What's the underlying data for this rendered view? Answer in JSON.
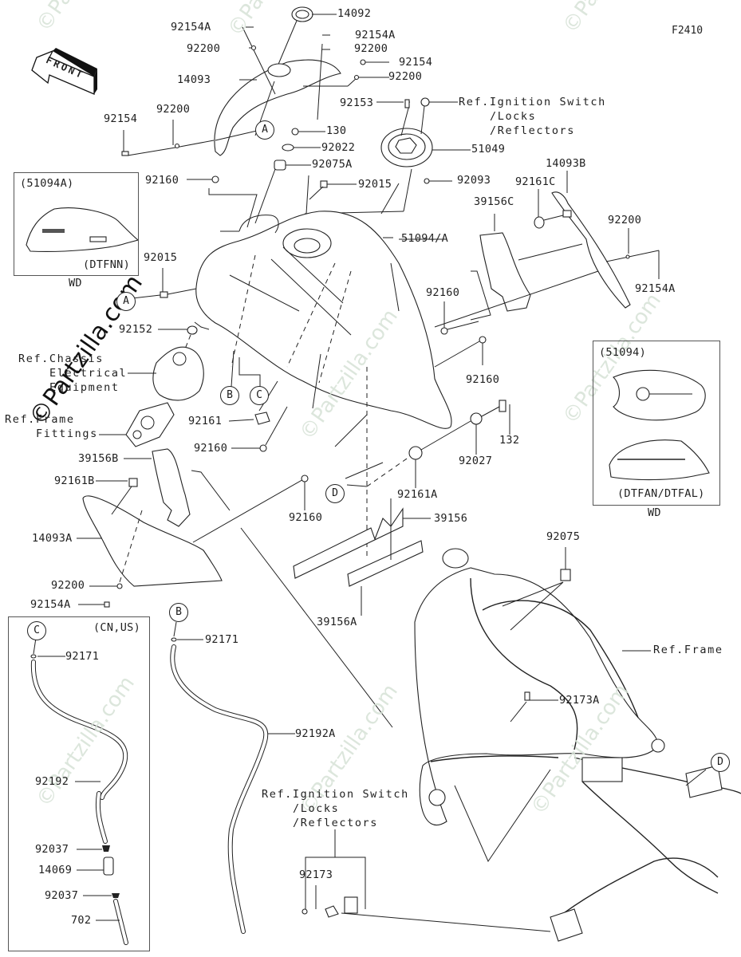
{
  "diagram": {
    "figure_code": "F2410",
    "front_arrow": "FRONT",
    "watermark": "©Partzilla.com",
    "callouts": [
      "A",
      "A",
      "B",
      "B",
      "C",
      "C",
      "D",
      "D"
    ],
    "parts": {
      "p14092": "14092",
      "p92154A_top": "92154A",
      "p92200_top": "92200",
      "p14093": "14093",
      "p92154A_r": "92154A",
      "p92200_r": "92200",
      "p92154_r": "92154",
      "p92200_r2": "92200",
      "p92154_l": "92154",
      "p92200_l": "92200",
      "p92153": "92153",
      "p130": "130",
      "p92022": "92022",
      "p92075A": "92075A",
      "p92160_a": "92160",
      "p51049": "51049",
      "p92093": "92093",
      "p92015_top": "92015",
      "p14093B": "14093B",
      "p92161C": "92161C",
      "p39156C": "39156C",
      "p92200_rr": "92200",
      "p92154A_rr": "92154A",
      "p51094A": "51094/A",
      "p92015_l": "92015",
      "p92160_b": "92160",
      "p92160_c": "92160",
      "p92152": "92152",
      "p92161": "92161",
      "p92160_d": "92160",
      "p92027": "92027",
      "p132": "132",
      "p92161A": "92161A",
      "p39156B": "39156B",
      "p92161B": "92161B",
      "p92160_e": "92160",
      "p39156": "39156",
      "p14093A": "14093A",
      "p92200_b": "92200",
      "p92154A_b": "92154A",
      "p39156A": "39156A",
      "p92075": "92075",
      "p92171_b": "92171",
      "p92171_c": "92171",
      "p92173A": "92173A",
      "p92192A": "92192A",
      "p92192": "92192",
      "p92037_a": "92037",
      "p14069": "14069",
      "p92037_b": "92037",
      "p702": "702",
      "p92173": "92173"
    },
    "references": {
      "ignition_top": [
        "Ref.Ignition Switch",
        "/Locks",
        "/Reflectors"
      ],
      "ignition_bottom": [
        "Ref.Ignition Switch",
        "/Locks",
        "/Reflectors"
      ],
      "chassis_electrical": [
        "Ref.Chassis",
        "Electrical",
        "Equipment"
      ],
      "frame_fittings": [
        "Ref.Frame",
        "Fittings"
      ],
      "frame": "Ref.Frame"
    },
    "insets": {
      "left": {
        "part": "(51094A)",
        "variant": "(DTFNN)",
        "note": "WD"
      },
      "right": {
        "part": "(51094)",
        "variant": "(DTFAN/DTFAL)",
        "note": "WD"
      },
      "hose_box": {
        "region": "(CN,US)"
      }
    }
  }
}
